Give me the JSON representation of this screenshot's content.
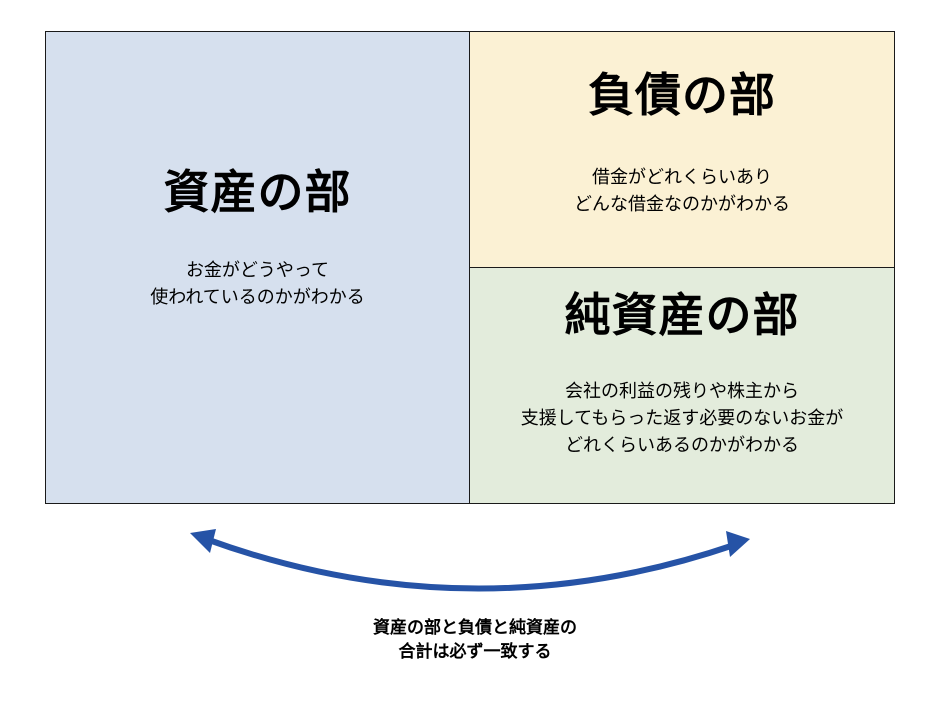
{
  "assets": {
    "title": "資産の部",
    "description": [
      "お金がどうやって",
      "使われているのかがわかる"
    ]
  },
  "liabilities": {
    "title": "負債の部",
    "description": [
      "借金がどれくらいあり",
      "どんな借金なのかがわかる"
    ]
  },
  "net_assets": {
    "title": "純資産の部",
    "description": [
      "会社の利益の残りや株主から",
      "支援してもらった返す必要のないお金が",
      "どれくらいあるのかがわかる"
    ]
  },
  "arrow": {
    "color": "#2653a6",
    "icon": "double-headed-curved-arrow"
  },
  "footnote": [
    "資産の部と負債と純資産の",
    "合計は必ず一致する"
  ],
  "colors": {
    "assets_fill": "#d6e0ee",
    "liabilities_fill": "#fbf1d4",
    "net_assets_fill": "#e3ecdc",
    "border": "#1a1a1a"
  }
}
